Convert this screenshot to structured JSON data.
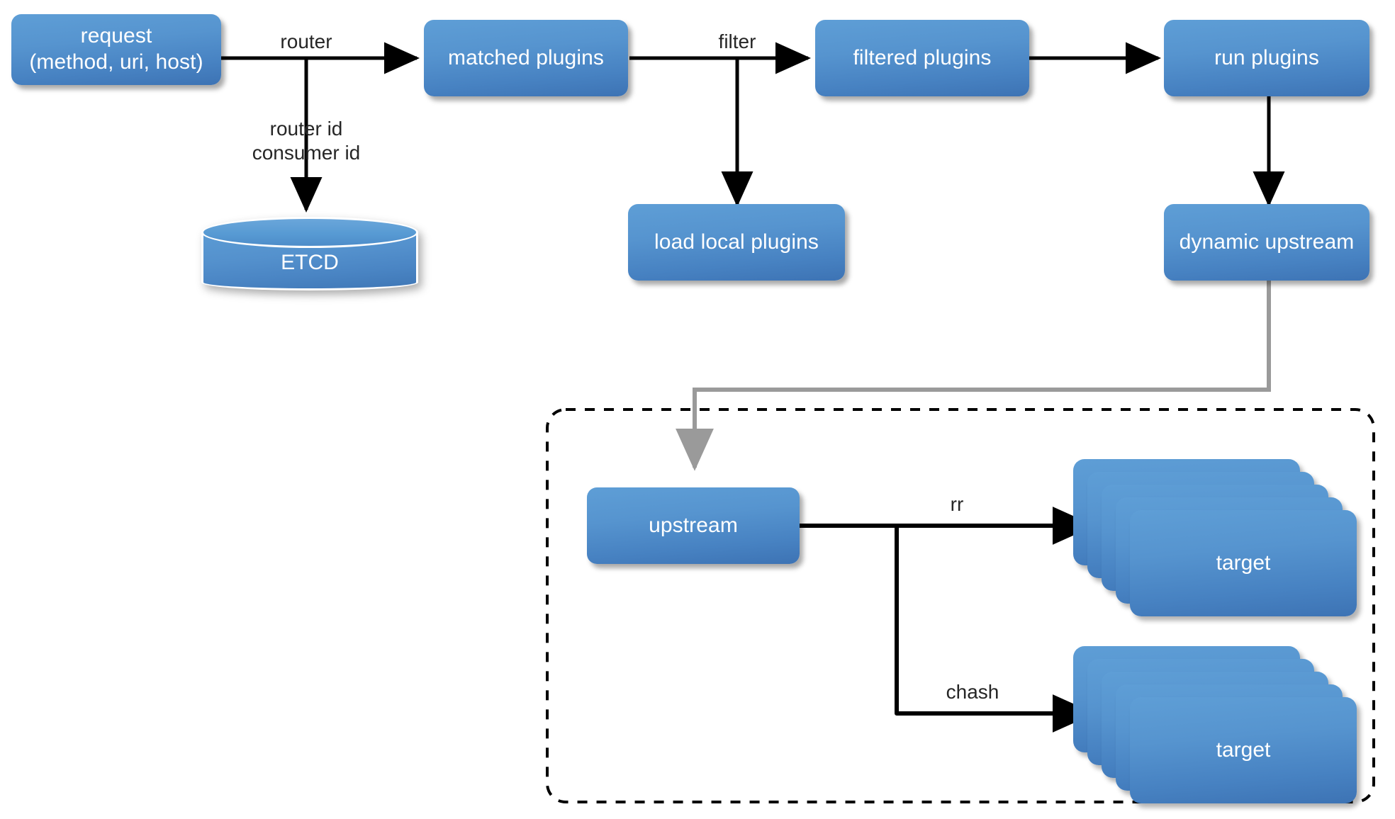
{
  "diagram": {
    "title": "APISIX request processing flow",
    "colors": {
      "node_fill_top": "#5e9ed6",
      "node_fill_bottom": "#3d73b4",
      "node_text": "#ffffff",
      "edge_black": "#000000",
      "edge_gray": "#999999",
      "group_border": "#000000",
      "background": "#ffffff"
    }
  },
  "nodes": {
    "request": {
      "label": "request\n(method, uri, host)"
    },
    "etcd": {
      "label": "ETCD"
    },
    "matched_plugins": {
      "label": "matched plugins"
    },
    "load_local_plugins": {
      "label": "load local plugins"
    },
    "filtered_plugins": {
      "label": "filtered plugins"
    },
    "run_plugins": {
      "label": "run plugins"
    },
    "dynamic_upstream": {
      "label": "dynamic upstream"
    },
    "upstream": {
      "label": "upstream"
    },
    "target_rr": {
      "label": "target"
    },
    "target_chash": {
      "label": "target"
    }
  },
  "edges": {
    "router": {
      "label": "router"
    },
    "router_consumer_id": {
      "label": "router id\nconsumer id"
    },
    "filter": {
      "label": "filter"
    },
    "filtered_to_run": {
      "label": ""
    },
    "run_to_dynamic": {
      "label": ""
    },
    "dynamic_to_upstream": {
      "label": ""
    },
    "rr": {
      "label": "rr"
    },
    "chash": {
      "label": "chash"
    }
  },
  "groups": {
    "upstream_group": {
      "label": ""
    }
  }
}
